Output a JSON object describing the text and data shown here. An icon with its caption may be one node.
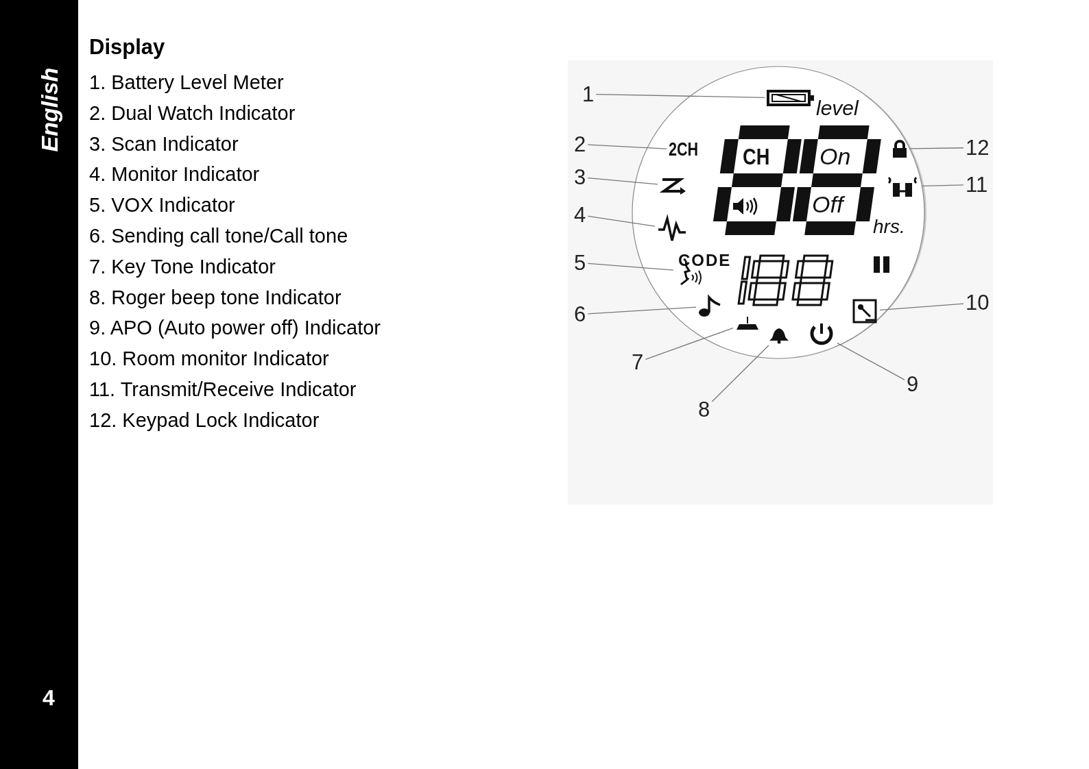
{
  "diagram": {
    "title": "Display",
    "nodes": [
      {
        "text": [
          "level",
          "CH",
          "On",
          "Off",
          "hrs.",
          "CODE"
        ]
      },
      {
        "text": [
          "1"
        ]
      },
      {
        "text": [
          "2"
        ]
      },
      {
        "text": [
          "3"
        ]
      },
      {
        "text": [
          "4"
        ]
      },
      {
        "text": [
          "5"
        ]
      },
      {
        "text": [
          "6"
        ]
      },
      {
        "text": [
          "7"
        ]
      },
      {
        "text": [
          "8"
        ]
      },
      {
        "text": [
          "9"
        ]
      },
      {
        "text": [
          "10"
        ]
      },
      {
        "text": [
          "11"
        ]
      },
      {
        "text": [
          "12"
        ]
      },
      {
        "text": [],
        "shape": "battery",
        "in": 0
      },
      {
        "text": [
          "2CH"
        ],
        "in": 0
      },
      {
        "text": [],
        "shape": "arrow",
        "in": 0
      },
      {
        "text": [],
        "shape": "wave",
        "in": 0
      },
      {
        "text": [],
        "shape": "face",
        "in": 0
      },
      {
        "text": [],
        "shape": "note",
        "in": 0
      },
      {
        "text": [],
        "shape": "speaker",
        "in": 0
      },
      {
        "text": [],
        "shape": "bell",
        "in": 0
      },
      {
        "text": [],
        "shape": "power",
        "in": 0
      },
      {
        "text": [],
        "shape": "microphone",
        "in": 0
      },
      {
        "text": [],
        "shape": "radio",
        "in": 0
      },
      {
        "text": [],
        "shape": "lock",
        "in": 0
      }
    ],
    "edges": [
      {
        "from": 1,
        "to": 13,
        "arrow": "none"
      },
      {
        "from": 2,
        "to": 14,
        "arrow": "none"
      },
      {
        "from": 3,
        "to": 15,
        "arrow": "none"
      },
      {
        "from": 4,
        "to": 16,
        "arrow": "none"
      },
      {
        "from": 5,
        "to": 17,
        "arrow": "none"
      },
      {
        "from": 6,
        "to": 18,
        "arrow": "none"
      },
      {
        "from": 7,
        "to": 19,
        "arrow": "none"
      },
      {
        "from": 8,
        "to": 20,
        "arrow": "none"
      },
      {
        "from": 9,
        "to": 21,
        "arrow": "none"
      },
      {
        "from": 10,
        "to": 22,
        "arrow": "none"
      },
      {
        "from": 11,
        "to": 23,
        "arrow": "none"
      },
      {
        "from": 12,
        "to": 24,
        "arrow": "none"
      }
    ],
    "labels": [
      "English",
      "1. Battery Level Meter",
      "2. Dual Watch Indicator",
      "3. Scan Indicator",
      "4. Monitor Indicator",
      "5. VOX Indicator",
      "6. Sending call tone/Call tone",
      "7. Key Tone Indicator",
      "8. Roger beep tone Indicator",
      "9. APO (Auto power off) Indicator",
      "10. Room monitor Indicator",
      "11. Transmit/Receive Indicator",
      "12. Keypad Lock Indicator",
      "4"
    ]
  }
}
